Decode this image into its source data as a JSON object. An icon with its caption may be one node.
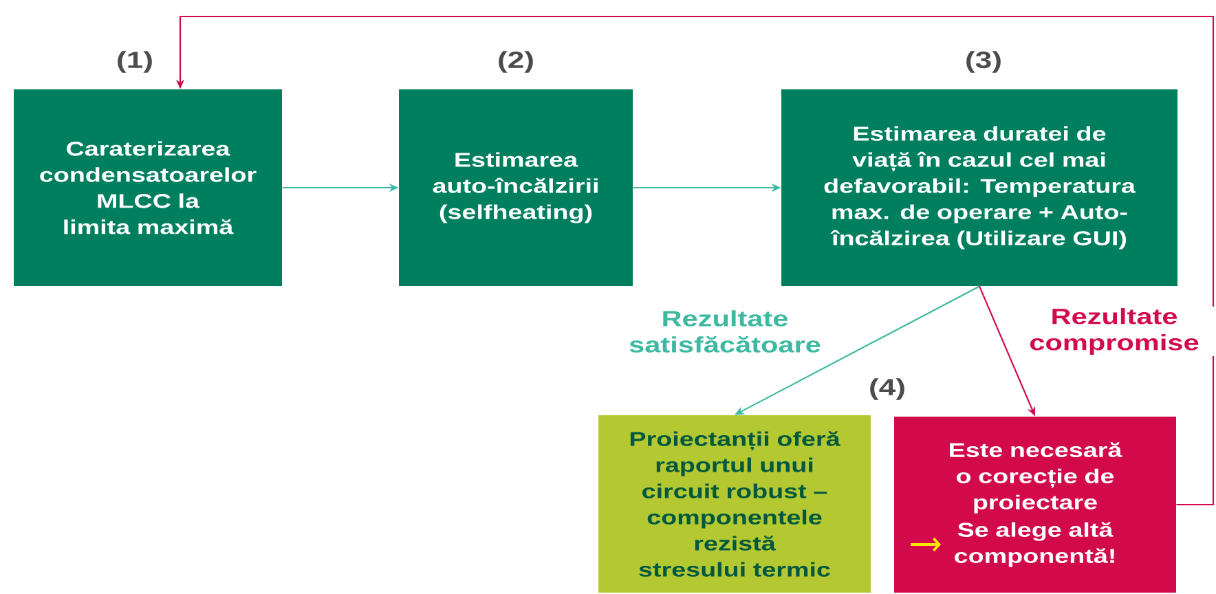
{
  "diagram": {
    "nodes": [
      {
        "text": [
          "Caraterizarea condensatoarelor MLCC la limita maximă"
        ],
        "beside": [
          "(1)"
        ]
      },
      {
        "text": [
          "Estimarea auto-încălzirii (selfheating)"
        ],
        "beside": [
          "(2)"
        ]
      },
      {
        "text": [
          "Estimarea duratei de viață în cazul cel mai defavorabil: Temperatura max. de operare + Auto-încălzirea (Utilizare GUI)"
        ],
        "beside": [
          "(3)"
        ]
      },
      {
        "text": [
          "Proiectanții oferă raportul unui circuit robust – componentele rezistă stresului termic"
        ]
      },
      {
        "text": [
          "Este necesară o corecție de proiectare",
          "Se alege altă componentă!"
        ]
      }
    ],
    "edges": [
      {
        "from": 0,
        "to": 1,
        "arrow": "to"
      },
      {
        "from": 1,
        "to": 2,
        "arrow": "to"
      },
      {
        "from": 2,
        "to": 3,
        "arrow": "to",
        "label": "Rezultate satisfăcătoare"
      },
      {
        "from": 2,
        "to": 4,
        "arrow": "to",
        "label": "Rezultate compromise",
        "color": "#d20a4b"
      },
      {
        "from": 4,
        "to": 0,
        "arrow": "to",
        "color": "#d20a4b"
      }
    ],
    "labels": [
      "(4)"
    ]
  }
}
